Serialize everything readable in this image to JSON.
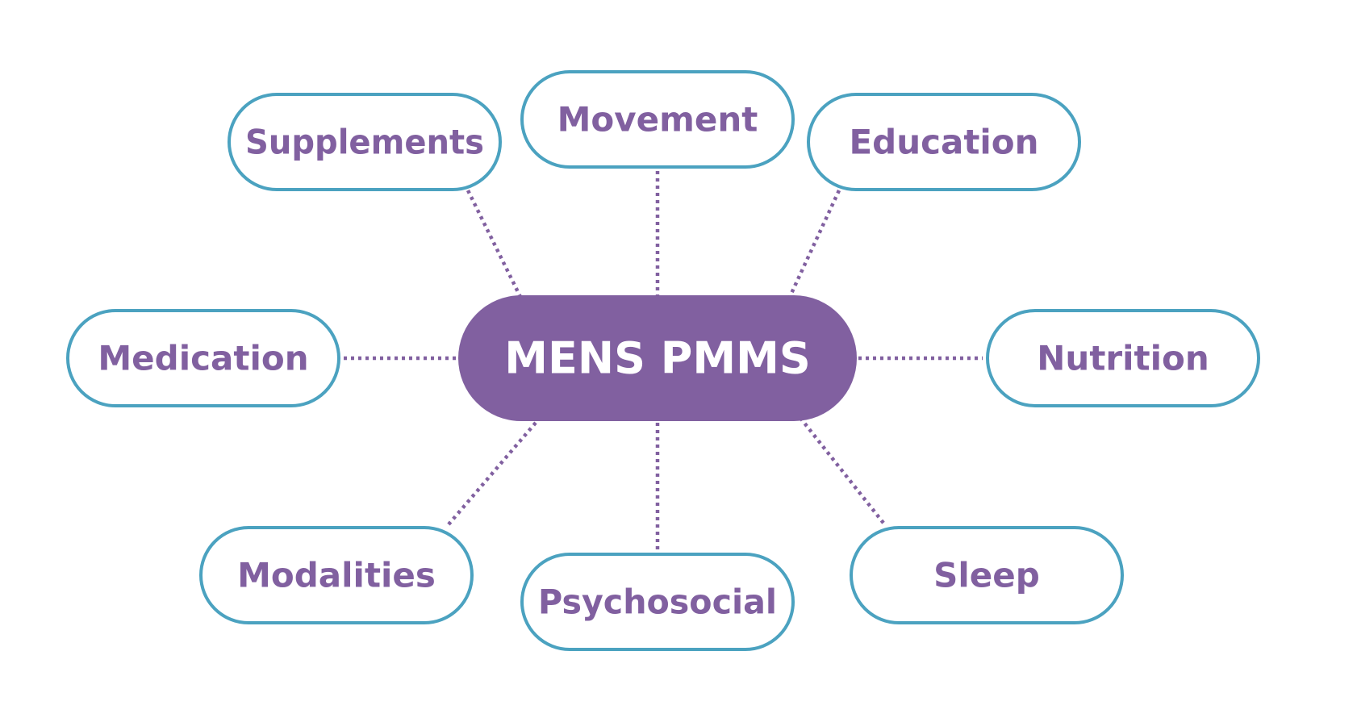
{
  "colors": {
    "accent": "#8160a0",
    "border": "#4ba2c0",
    "connector": "#8160a0",
    "center_text": "#ffffff",
    "background": "#ffffff"
  },
  "center": {
    "label": "MENS PMMS"
  },
  "nodes": [
    {
      "id": "supplements",
      "label": "Supplements"
    },
    {
      "id": "movement",
      "label": "Movement"
    },
    {
      "id": "education",
      "label": "Education"
    },
    {
      "id": "medication",
      "label": "Medication"
    },
    {
      "id": "nutrition",
      "label": "Nutrition"
    },
    {
      "id": "modalities",
      "label": "Modalities"
    },
    {
      "id": "psychosocial",
      "label": "Psychosocial"
    },
    {
      "id": "sleep",
      "label": "Sleep"
    }
  ]
}
